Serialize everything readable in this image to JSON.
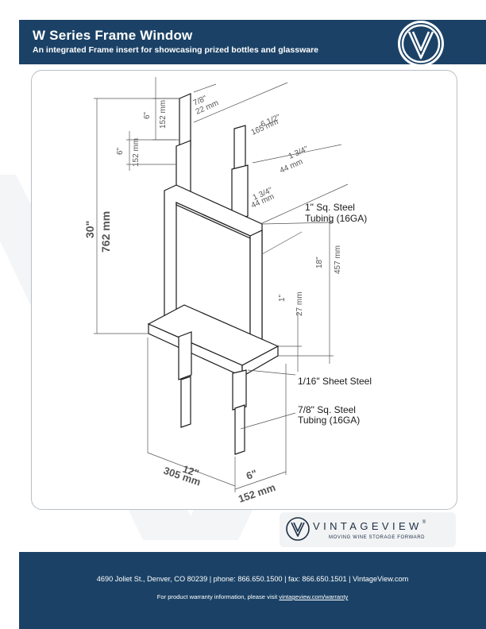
{
  "header": {
    "title": "W Series Frame Window",
    "subtitle": "An integrated Frame insert for showcasing prized bottles and glassware"
  },
  "dimensions": {
    "top_width_in": "7/8\"",
    "top_width_mm": "22 mm",
    "depth_top_in": "6 1/2\"",
    "depth_top_mm": "165 mm",
    "post_top_in": "6\"",
    "post_top_mm": "152 mm",
    "post_left_in": "6\"",
    "post_left_mm": "152 mm",
    "frame_a_in": "1 3/4\"",
    "frame_a_mm": "44 mm",
    "frame_b_in": "1 3/4\"",
    "frame_b_mm": "44 mm",
    "height_in": "30\"",
    "height_mm": "762 mm",
    "side_in": "18\"",
    "side_mm": "457 mm",
    "shelf_in": "1\"",
    "shelf_mm": "27 mm",
    "width_in": "12\"",
    "width_mm": "305 mm",
    "leg_in": "6\"",
    "leg_mm": "152 mm"
  },
  "callouts": {
    "tube_1_line1": "1\" Sq. Steel",
    "tube_1_line2": "Tubing (16GA)",
    "sheet": "1/16\" Sheet Steel",
    "tube_2_line1": "7/8\" Sq. Steel",
    "tube_2_line2": "Tubing (16GA)"
  },
  "brand": {
    "name": "VINTAGEVIEW",
    "registered": "®",
    "tagline": "MOVING WINE STORAGE FORWARD"
  },
  "footer": {
    "address": "4690 Joliet St., Denver, CO 80239 | phone: 866.650.1500 | fax: 866.650.1501 | VintageView.com",
    "warranty_text": "For product warranty information, please visit ",
    "warranty_link": "vintageview.com/warranty"
  },
  "colors": {
    "navy": "#1b4266",
    "line": "#1a1a1a",
    "dim": "#555555"
  }
}
